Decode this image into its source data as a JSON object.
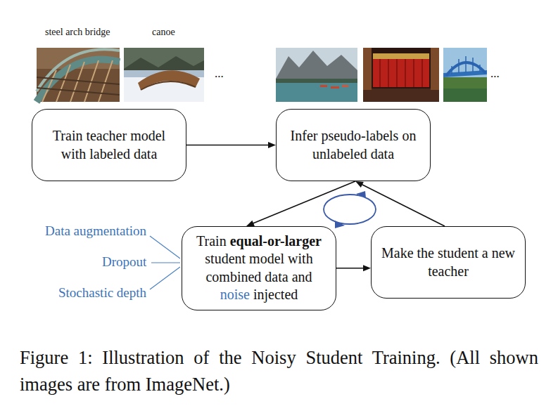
{
  "diagram": {
    "caption": "Figure 1: Illustration of the Noisy Student Training. (All shown images are from ImageNet.)",
    "nodes": [
      {
        "text": [
          "Train teacher model with labeled data"
        ]
      },
      {
        "text": [
          "Infer pseudo-labels on unlabeled data"
        ]
      },
      {
        "text": [
          "Train",
          "equal-or-larger",
          "student model with combined data and",
          "noise",
          "injected"
        ]
      },
      {
        "text": [
          "Make the student a new teacher"
        ]
      }
    ],
    "edges": [
      {
        "from": 0,
        "to": 1,
        "arrow": "to"
      },
      {
        "from": 1,
        "to": 2,
        "arrow": "to"
      },
      {
        "from": 2,
        "to": 3,
        "arrow": "to"
      },
      {
        "from": 3,
        "to": 1,
        "arrow": "to"
      }
    ],
    "labels": [
      "steel arch bridge",
      "canoe",
      "...",
      "...",
      "Data augmentation",
      "Dropout",
      "Stochastic depth"
    ]
  }
}
